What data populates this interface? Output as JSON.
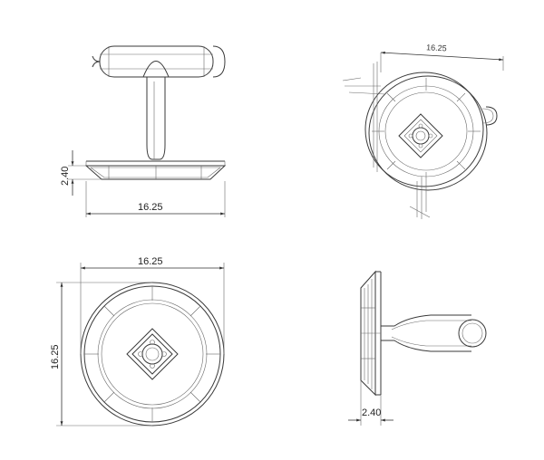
{
  "views": {
    "side_view": {
      "width_label": "16.25",
      "thickness_label": "2.40"
    },
    "iso_view": {
      "width_label": "16.25"
    },
    "front_view": {
      "width_label": "16.25",
      "height_label": "16.25"
    },
    "profile_view": {
      "thickness_label": "2.40"
    }
  },
  "colors": {
    "line": "#3a3a3a",
    "thin_line": "#6a6a6a",
    "background": "#ffffff"
  }
}
